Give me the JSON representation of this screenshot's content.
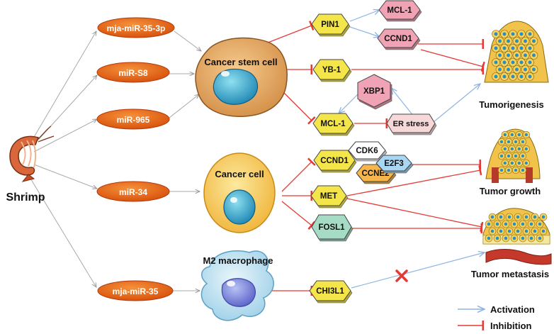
{
  "source": {
    "label": "Shrimp"
  },
  "mirnas": [
    {
      "id": "mja35_3p",
      "label": "mja-miR-35-3p"
    },
    {
      "id": "s8",
      "label": "miR-S8"
    },
    {
      "id": "m965",
      "label": "miR-965"
    },
    {
      "id": "m34",
      "label": "miR-34"
    },
    {
      "id": "mja35",
      "label": "mja-miR-35"
    }
  ],
  "cells": [
    {
      "id": "csc",
      "label": "Cancer stem cell"
    },
    {
      "id": "cc",
      "label": "Cancer cell"
    },
    {
      "id": "m2",
      "label": "M2 macrophage"
    }
  ],
  "targets": [
    {
      "id": "pin1",
      "label": "PIN1",
      "color": "#f4e64a"
    },
    {
      "id": "mcl1a",
      "label": "MCL-1",
      "color": "#f0a3b4"
    },
    {
      "id": "ccnd1a",
      "label": "CCND1",
      "color": "#f0a3b4"
    },
    {
      "id": "yb1",
      "label": "YB-1",
      "color": "#f4e64a"
    },
    {
      "id": "xbp1",
      "label": "XBP1",
      "color": "#f0a3b4"
    },
    {
      "id": "mcl1b",
      "label": "MCL-1",
      "color": "#f4e64a"
    },
    {
      "id": "er",
      "label": "ER stress",
      "color": "#f7d8d8"
    },
    {
      "id": "ccnd1b",
      "label": "CCND1",
      "color": "#f4e64a"
    },
    {
      "id": "cdk6",
      "label": "CDK6",
      "color": "#ffffff"
    },
    {
      "id": "ccne2",
      "label": "CCNE2",
      "color": "#f6b64c"
    },
    {
      "id": "e2f3",
      "label": "E2F3",
      "color": "#a9d6f2"
    },
    {
      "id": "met",
      "label": "MET",
      "color": "#f4e64a"
    },
    {
      "id": "fosl1",
      "label": "FOSL1",
      "color": "#a6dcc6"
    },
    {
      "id": "chi3l1",
      "label": "CHI3L1",
      "color": "#f4e64a"
    }
  ],
  "outcomes": [
    {
      "id": "tumorigenesis",
      "label": "Tumorigenesis"
    },
    {
      "id": "growth",
      "label": "Tumor growth"
    },
    {
      "id": "metastasis",
      "label": "Tumor metastasis"
    }
  ],
  "legend": {
    "activation": {
      "label": "Activation",
      "color": "#8db4e2"
    },
    "inhibition": {
      "label": "Inhibition",
      "color": "#e53935"
    }
  },
  "colors": {
    "mirna_fill": "#e8641c",
    "mirna_edge": "#b23a08",
    "gray_arrow": "#a9a9a9",
    "block_mark": "#e53935"
  }
}
